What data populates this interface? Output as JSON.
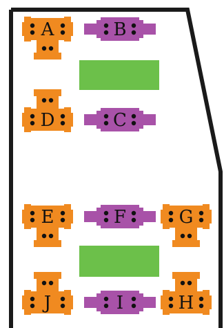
{
  "colors": {
    "outline": "#1a1a1a",
    "orange": "#f08a20",
    "purple": "#a852a8",
    "green": "#6cc04a",
    "dot": "#111111",
    "background": "#ffffff"
  },
  "nodes": [
    {
      "id": "A",
      "label": "A",
      "type": "orange-junction"
    },
    {
      "id": "B",
      "label": "B",
      "type": "purple-connector"
    },
    {
      "id": "D",
      "label": "D",
      "type": "orange-junction"
    },
    {
      "id": "C",
      "label": "C",
      "type": "purple-connector"
    },
    {
      "id": "E",
      "label": "E",
      "type": "orange-junction"
    },
    {
      "id": "F",
      "label": "F",
      "type": "purple-connector"
    },
    {
      "id": "G",
      "label": "G",
      "type": "orange-junction"
    },
    {
      "id": "J",
      "label": "J",
      "type": "orange-junction"
    },
    {
      "id": "I",
      "label": "I",
      "type": "purple-connector"
    },
    {
      "id": "H",
      "label": "H",
      "type": "orange-junction"
    }
  ],
  "tables": [
    {
      "id": "table-1"
    },
    {
      "id": "table-2"
    }
  ]
}
